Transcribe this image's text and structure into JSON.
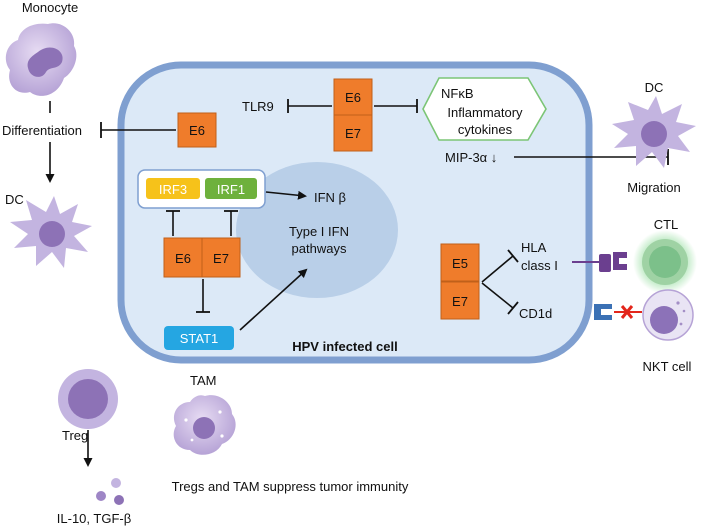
{
  "colors": {
    "cell_fill": "#dce9f7",
    "cell_border": "#7f9fd0",
    "nucleus_fill": "#b9cfe8",
    "viral_protein": "#ef7c2b",
    "irf3": "#f6c21a",
    "irf1": "#6eb13c",
    "stat1": "#25a6e2",
    "nfkb_border": "#7cc576",
    "inhibit_red": "#e3261b",
    "cell_purple": "#a48fc6",
    "ctl_green": "#7cc08a",
    "receptor_purple": "#6b3f8f",
    "receptor_blue": "#3b71b5"
  },
  "labels": {
    "monocyte": "Monocyte",
    "differentiation": "Differentiation",
    "dc_left": "DC",
    "dc_right": "DC",
    "migration": "Migration",
    "ctl": "CTL",
    "nkt_cell": "NKT cell",
    "treg": "Treg",
    "tam": "TAM",
    "cytokines": "IL-10, TGF-β",
    "suppress": "Tregs and TAM suppress tumor immunity",
    "infected_cell": "HPV infected cell"
  },
  "cell": {
    "tlr9": "TLR9",
    "e6_top": "E6",
    "e7_top": "E7",
    "nfkb": "NFκB",
    "inflam_line1": "Inflammatory",
    "inflam_line2": "cytokines",
    "mip3a": "MIP-3α ↓",
    "e6_diff": "E6",
    "irf3": "IRF3",
    "irf1": "IRF1",
    "ifn_beta": "IFN β",
    "type1_line1": "Type I IFN",
    "type1_line2": "pathways",
    "e6_mid": "E6",
    "e7_mid": "E7",
    "stat1": "STAT1",
    "e5": "E5",
    "e7_right": "E7",
    "hla_line1": "HLA",
    "hla_line2": "class I",
    "cd1d": "CD1d"
  },
  "icons": [
    "monocyte-icon",
    "dendritic-cell-icon",
    "ctl-icon",
    "nkt-cell-icon",
    "treg-icon",
    "tam-icon",
    "hla-receptor-icon",
    "cd1d-receptor-icon",
    "blocked-x-icon"
  ]
}
